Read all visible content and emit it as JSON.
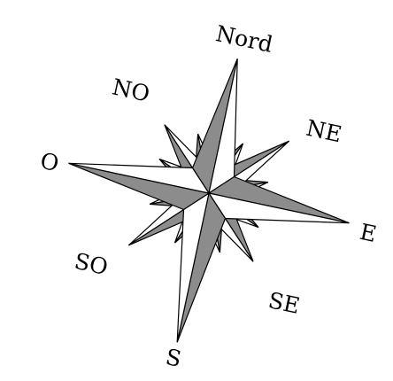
{
  "labels": {
    "north": "Nord",
    "northeast": "NE",
    "east": "E",
    "southeast": "SE",
    "south": "S",
    "southwest": "SO",
    "west": "O",
    "northwest": "NO"
  },
  "colors": {
    "fill_gray": "#8c8c8c",
    "fill_light": "#ffffff",
    "stroke": "#000000"
  }
}
